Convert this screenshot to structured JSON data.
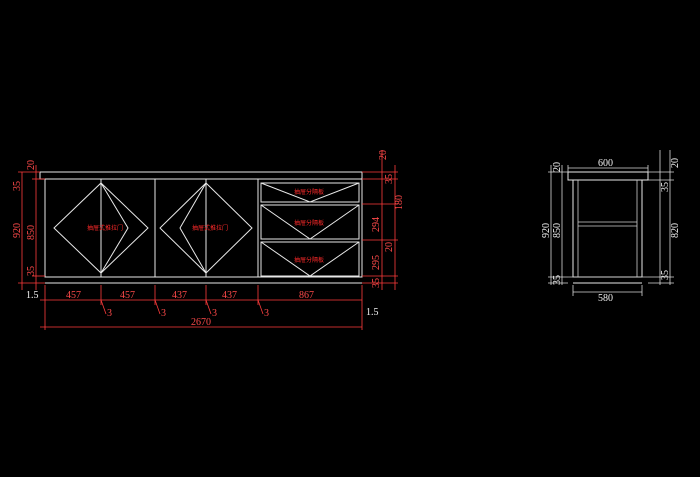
{
  "front": {
    "height_labels": [
      "20",
      "35",
      "850",
      "920",
      "35"
    ],
    "right_labels": [
      "20",
      "35",
      "294",
      "180",
      "20",
      "295",
      "35"
    ],
    "bottom_labels": [
      "1.5",
      "457",
      "457",
      "437",
      "437",
      "867",
      "1.5"
    ],
    "gap_labels": [
      "3",
      "3",
      "3",
      "3"
    ],
    "total_width": "2670",
    "door_labels": [
      "抽屉式推拉门",
      "抽屉式推拉门"
    ],
    "drawer_labels": [
      "抽屉分隔板",
      "抽屉分隔板",
      "抽屉分隔板"
    ]
  },
  "side": {
    "top_width": "600",
    "bottom_width": "580",
    "left_labels": [
      "20",
      "850",
      "920",
      "35"
    ],
    "right_labels": [
      "20",
      "35",
      "820",
      "35"
    ]
  }
}
